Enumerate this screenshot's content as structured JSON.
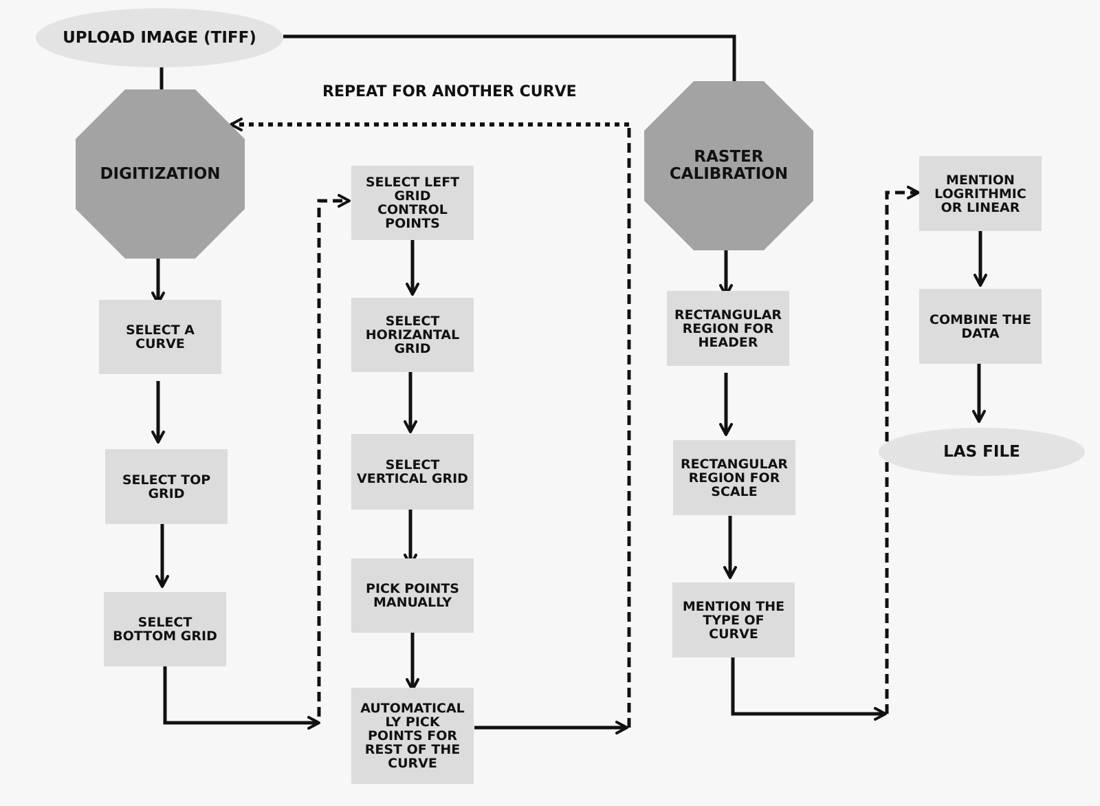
{
  "nodes": {
    "upload": "UPLOAD IMAGE (TIFF)",
    "digitization": "DIGITIZATION",
    "select_curve": "SELECT A\nCURVE",
    "select_top": "SELECT TOP\nGRID",
    "select_bottom": "SELECT\nBOTTOM GRID",
    "select_left": "SELECT LEFT\nGRID\nCONTROL\nPOINTS",
    "select_horizontal": "SELECT\nHORIZANTAL\nGRID",
    "select_vertical": "SELECT\nVERTICAL GRID",
    "pick_manual": "PICK POINTS\nMANUALLY",
    "auto_pick": "AUTOMATICAL\nLY PICK\nPOINTS FOR\nREST OF THE\nCURVE",
    "raster": "RASTER\nCALIBRATION",
    "rect_header": "RECTANGULAR\nREGION FOR\nHEADER",
    "rect_scale": "RECTANGULAR\nREGION FOR\nSCALE",
    "type_curve": "MENTION THE\nTYPE OF\nCURVE",
    "log_linear": "MENTION\nLOGRITHMIC\nOR LINEAR",
    "combine": "COMBINE THE\nDATA",
    "las": "LAS FILE"
  },
  "labels": {
    "repeat": "REPEAT FOR ANOTHER CURVE"
  }
}
